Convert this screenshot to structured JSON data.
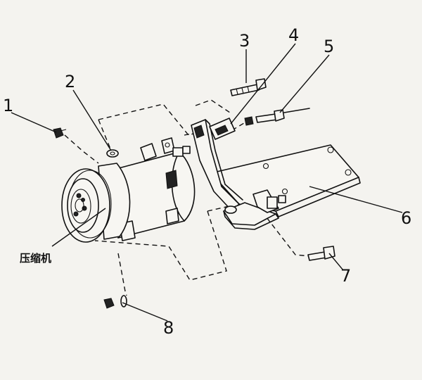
{
  "callouts": [
    {
      "id": "1",
      "label": "1"
    },
    {
      "id": "2",
      "label": "2"
    },
    {
      "id": "3",
      "label": "3"
    },
    {
      "id": "4",
      "label": "4"
    },
    {
      "id": "5",
      "label": "5"
    },
    {
      "id": "6",
      "label": "6"
    },
    {
      "id": "7",
      "label": "7"
    },
    {
      "id": "8",
      "label": "8"
    }
  ],
  "component_label": "压缩机"
}
